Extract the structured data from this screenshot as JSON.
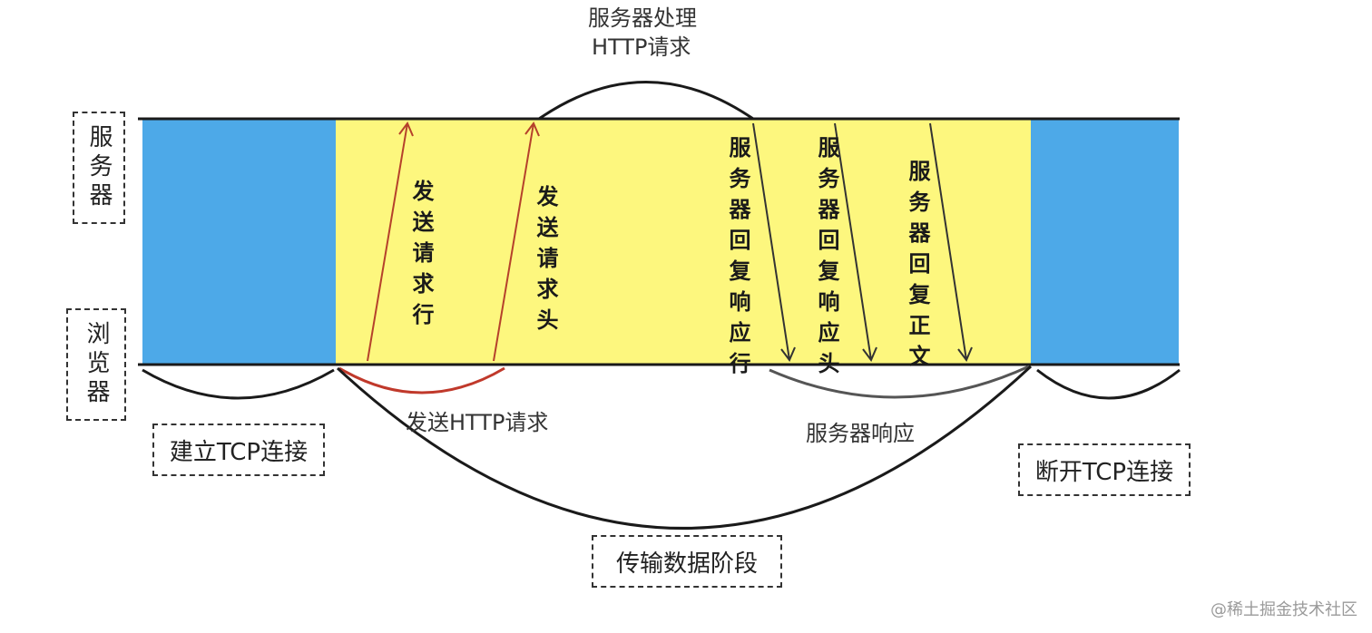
{
  "diagram": {
    "lanes": {
      "server": "服务器",
      "browser": "浏览器"
    },
    "top_label": {
      "line1": "服务器处理",
      "line2": "HTTP请求"
    },
    "request_arrows": [
      {
        "label": "发送请求行",
        "color": "#c0392b"
      },
      {
        "label": "发送请求头",
        "color": "#c0392b"
      }
    ],
    "response_arrows": [
      {
        "label": "服务器回复响应行",
        "color": "#333333"
      },
      {
        "label": "服务器回复响应头",
        "color": "#333333"
      },
      {
        "label": "服务器回复正文",
        "color": "#333333"
      }
    ],
    "phase_labels": {
      "send_request": "发送HTTP请求",
      "server_response": "服务器响应",
      "establish_tcp": "建立TCP连接",
      "close_tcp": "断开TCP连接",
      "transfer": "传输数据阶段"
    },
    "colors": {
      "tcp_phase": "#4da9e8",
      "transfer_phase": "#fdf77e",
      "request_arc": "#c0392b",
      "response_arc": "#555555"
    },
    "watermark": "@稀土掘金技术社区"
  }
}
